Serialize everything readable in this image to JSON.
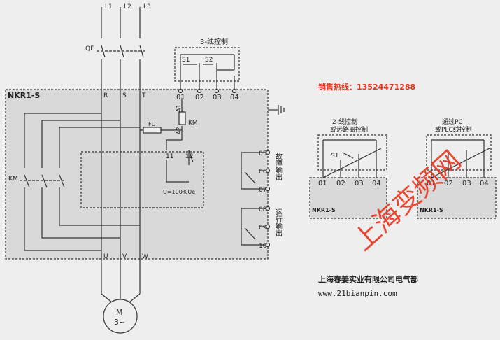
{
  "lines": {
    "l1": "L1",
    "l2": "L2",
    "l3": "L3"
  },
  "breaker": "QF",
  "three_wire": {
    "title": "3-线控制",
    "s1": "S1",
    "s2": "S2",
    "terminals": [
      "01",
      "02",
      "03",
      "04"
    ]
  },
  "main_unit": {
    "name": "NKR1-S",
    "inputs": [
      "R",
      "S",
      "T"
    ],
    "outputs": [
      "U",
      "V",
      "W"
    ],
    "a1": "A1",
    "a2": "A2",
    "km": "KM",
    "fu": "FU",
    "t11": "11",
    "t12": "12",
    "u_label": "U=100%Ue",
    "fault": {
      "terminals": [
        "05",
        "06",
        "07"
      ],
      "label": "故障输出"
    },
    "run": {
      "terminals": [
        "08",
        "09",
        "10"
      ],
      "label": "运行输出"
    }
  },
  "km_left": "KM",
  "motor": {
    "m": "M",
    "phase": "3~"
  },
  "sales": "销售热线：13524471288",
  "two_wire": {
    "title1": "2-线控制",
    "title2": "或远路离控制",
    "s1": "S1",
    "terminals": [
      "01",
      "02",
      "03",
      "04"
    ],
    "name": "NKR1-S"
  },
  "pc": {
    "title1": "通过PC",
    "title2": "或PLC线控制",
    "terminals": [
      "01",
      "02",
      "03",
      "04"
    ],
    "name": "NKR1-S"
  },
  "watermark": "上海变频网",
  "company": "上海春姜实业有限公司电气部",
  "website": "www.21bianpin.com"
}
